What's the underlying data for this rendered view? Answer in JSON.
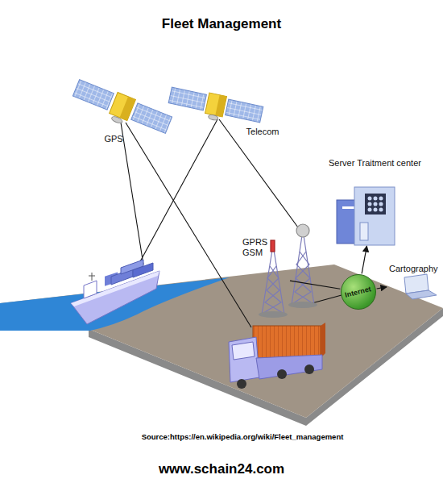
{
  "diagram": {
    "title": "Fleet Management",
    "nodes": [
      {
        "text": [
          "GPS"
        ]
      },
      {
        "text": [
          "Telecom"
        ]
      },
      {
        "text": [
          "GPRS GSM"
        ]
      },
      {
        "text": [
          "Server Traitment center"
        ]
      },
      {
        "text": [
          "Internet"
        ]
      },
      {
        "text": [
          "Cartography"
        ]
      }
    ],
    "edges": [
      {
        "from": 2,
        "to": 4,
        "arrow": "none"
      },
      {
        "from": 4,
        "to": 3,
        "arrow": "to"
      },
      {
        "from": 4,
        "to": 5,
        "arrow": "to"
      }
    ],
    "labels": [
      "Source:https://en.wikipedia.org/wiki/Fleet_management",
      "www.schain24.com"
    ]
  }
}
